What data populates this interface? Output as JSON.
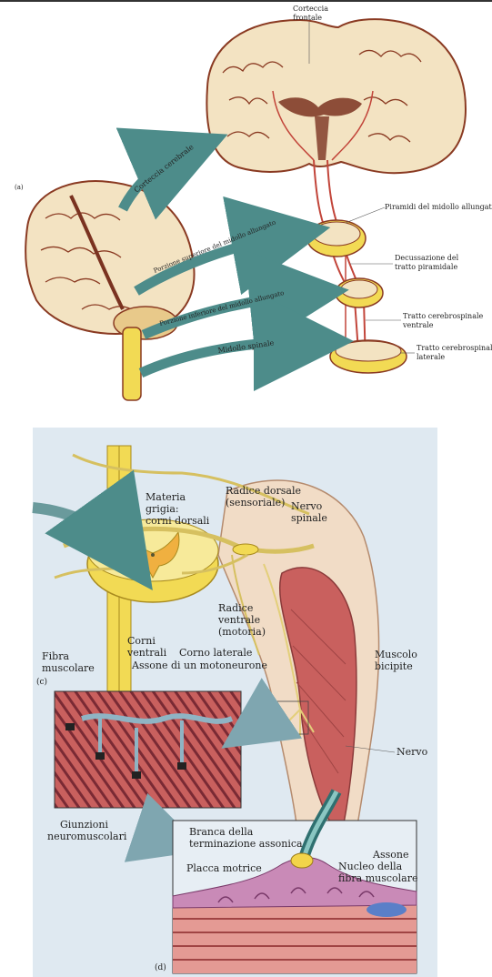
{
  "top": {
    "panel_letter": "(a)",
    "corteccia_frontale": [
      "Corteccia",
      "frontale"
    ],
    "piramidi": "Piramidi del midollo allungato",
    "decussazione": [
      "Decussazione del",
      "tratto piramidale"
    ],
    "tratto_ventrale": [
      "Tratto cerebrospinale",
      "ventrale"
    ],
    "tratto_laterale": [
      "Tratto cerebrospinale",
      "laterale"
    ],
    "arrow_labels": [
      "Corteccia cerebrale",
      "Porzione superiore del midollo allungato",
      "Porzione inferiore del midollo allungato",
      "Midollo spinale"
    ]
  },
  "bottom": {
    "panel_c": "(c)",
    "panel_d": "(d)",
    "materia_grigia": [
      "Materia",
      "grigia:",
      "corni dorsali"
    ],
    "radice_dorsale": [
      "Radice dorsale",
      "(sensoriale)"
    ],
    "nervo_spinale": [
      "Nervo",
      "spinale"
    ],
    "radice_ventrale": [
      "Radice",
      "ventrale",
      "(motoria)"
    ],
    "corni_ventrali": [
      "Corni",
      "ventrali"
    ],
    "corno_laterale": "Corno laterale",
    "assone_motoneurone": "Assone di un motoneurone",
    "fibra_muscolare": [
      "Fibra",
      "muscolare"
    ],
    "muscolo_bicipite": [
      "Muscolo",
      "bicipite"
    ],
    "nervo": "Nervo",
    "giunzioni": [
      "Giunzioni",
      "neuromuscolari"
    ],
    "branca": [
      "Branca della",
      "terminazione assonica"
    ],
    "assone": "Assone",
    "placca": "Placca motrice",
    "nucleo": [
      "Nucleo della",
      "fibra muscolare"
    ]
  },
  "colors": {
    "brain_fill": "#f3e3c2",
    "brain_edge": "#8a3a22",
    "tract_red": "#c2453a",
    "arrow_teal": "#4d8c8a",
    "cord_yellow": "#f2da54",
    "muscle_red": "#c9605e",
    "bg_blue": "#dfe9f1"
  }
}
